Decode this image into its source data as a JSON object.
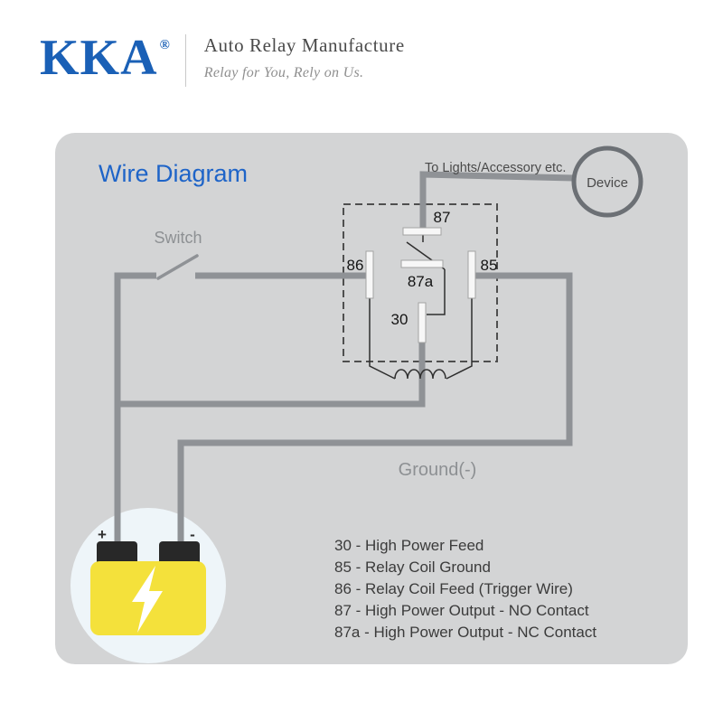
{
  "header": {
    "logo_text": "KKA",
    "registered_mark": "®",
    "company_name": "Auto Relay Manufacture",
    "tagline": "Relay for You, Rely on Us."
  },
  "diagram": {
    "title": "Wire Diagram",
    "output_label": "To Lights/Accessory etc.",
    "device_label": "Device",
    "switch_label": "Switch",
    "ground_label": "Ground(-)",
    "pins": {
      "p30": "30",
      "p85": "85",
      "p86": "86",
      "p87": "87",
      "p87a": "87a"
    },
    "battery": {
      "positive": "+",
      "negative": "-"
    },
    "legend": [
      "30 - High Power Feed",
      "85 - Relay Coil Ground",
      "86 - Relay Coil Feed (Trigger Wire)",
      "87 - High Power Output - NO Contact",
      "87a - High Power Output - NC Contact"
    ],
    "colors": {
      "brand_blue": "#1a60b6",
      "title_blue": "#1e64c8",
      "panel_gray": "#d3d4d5",
      "wire_gray": "#8f9296",
      "battery_yellow": "#f4e13b"
    }
  }
}
